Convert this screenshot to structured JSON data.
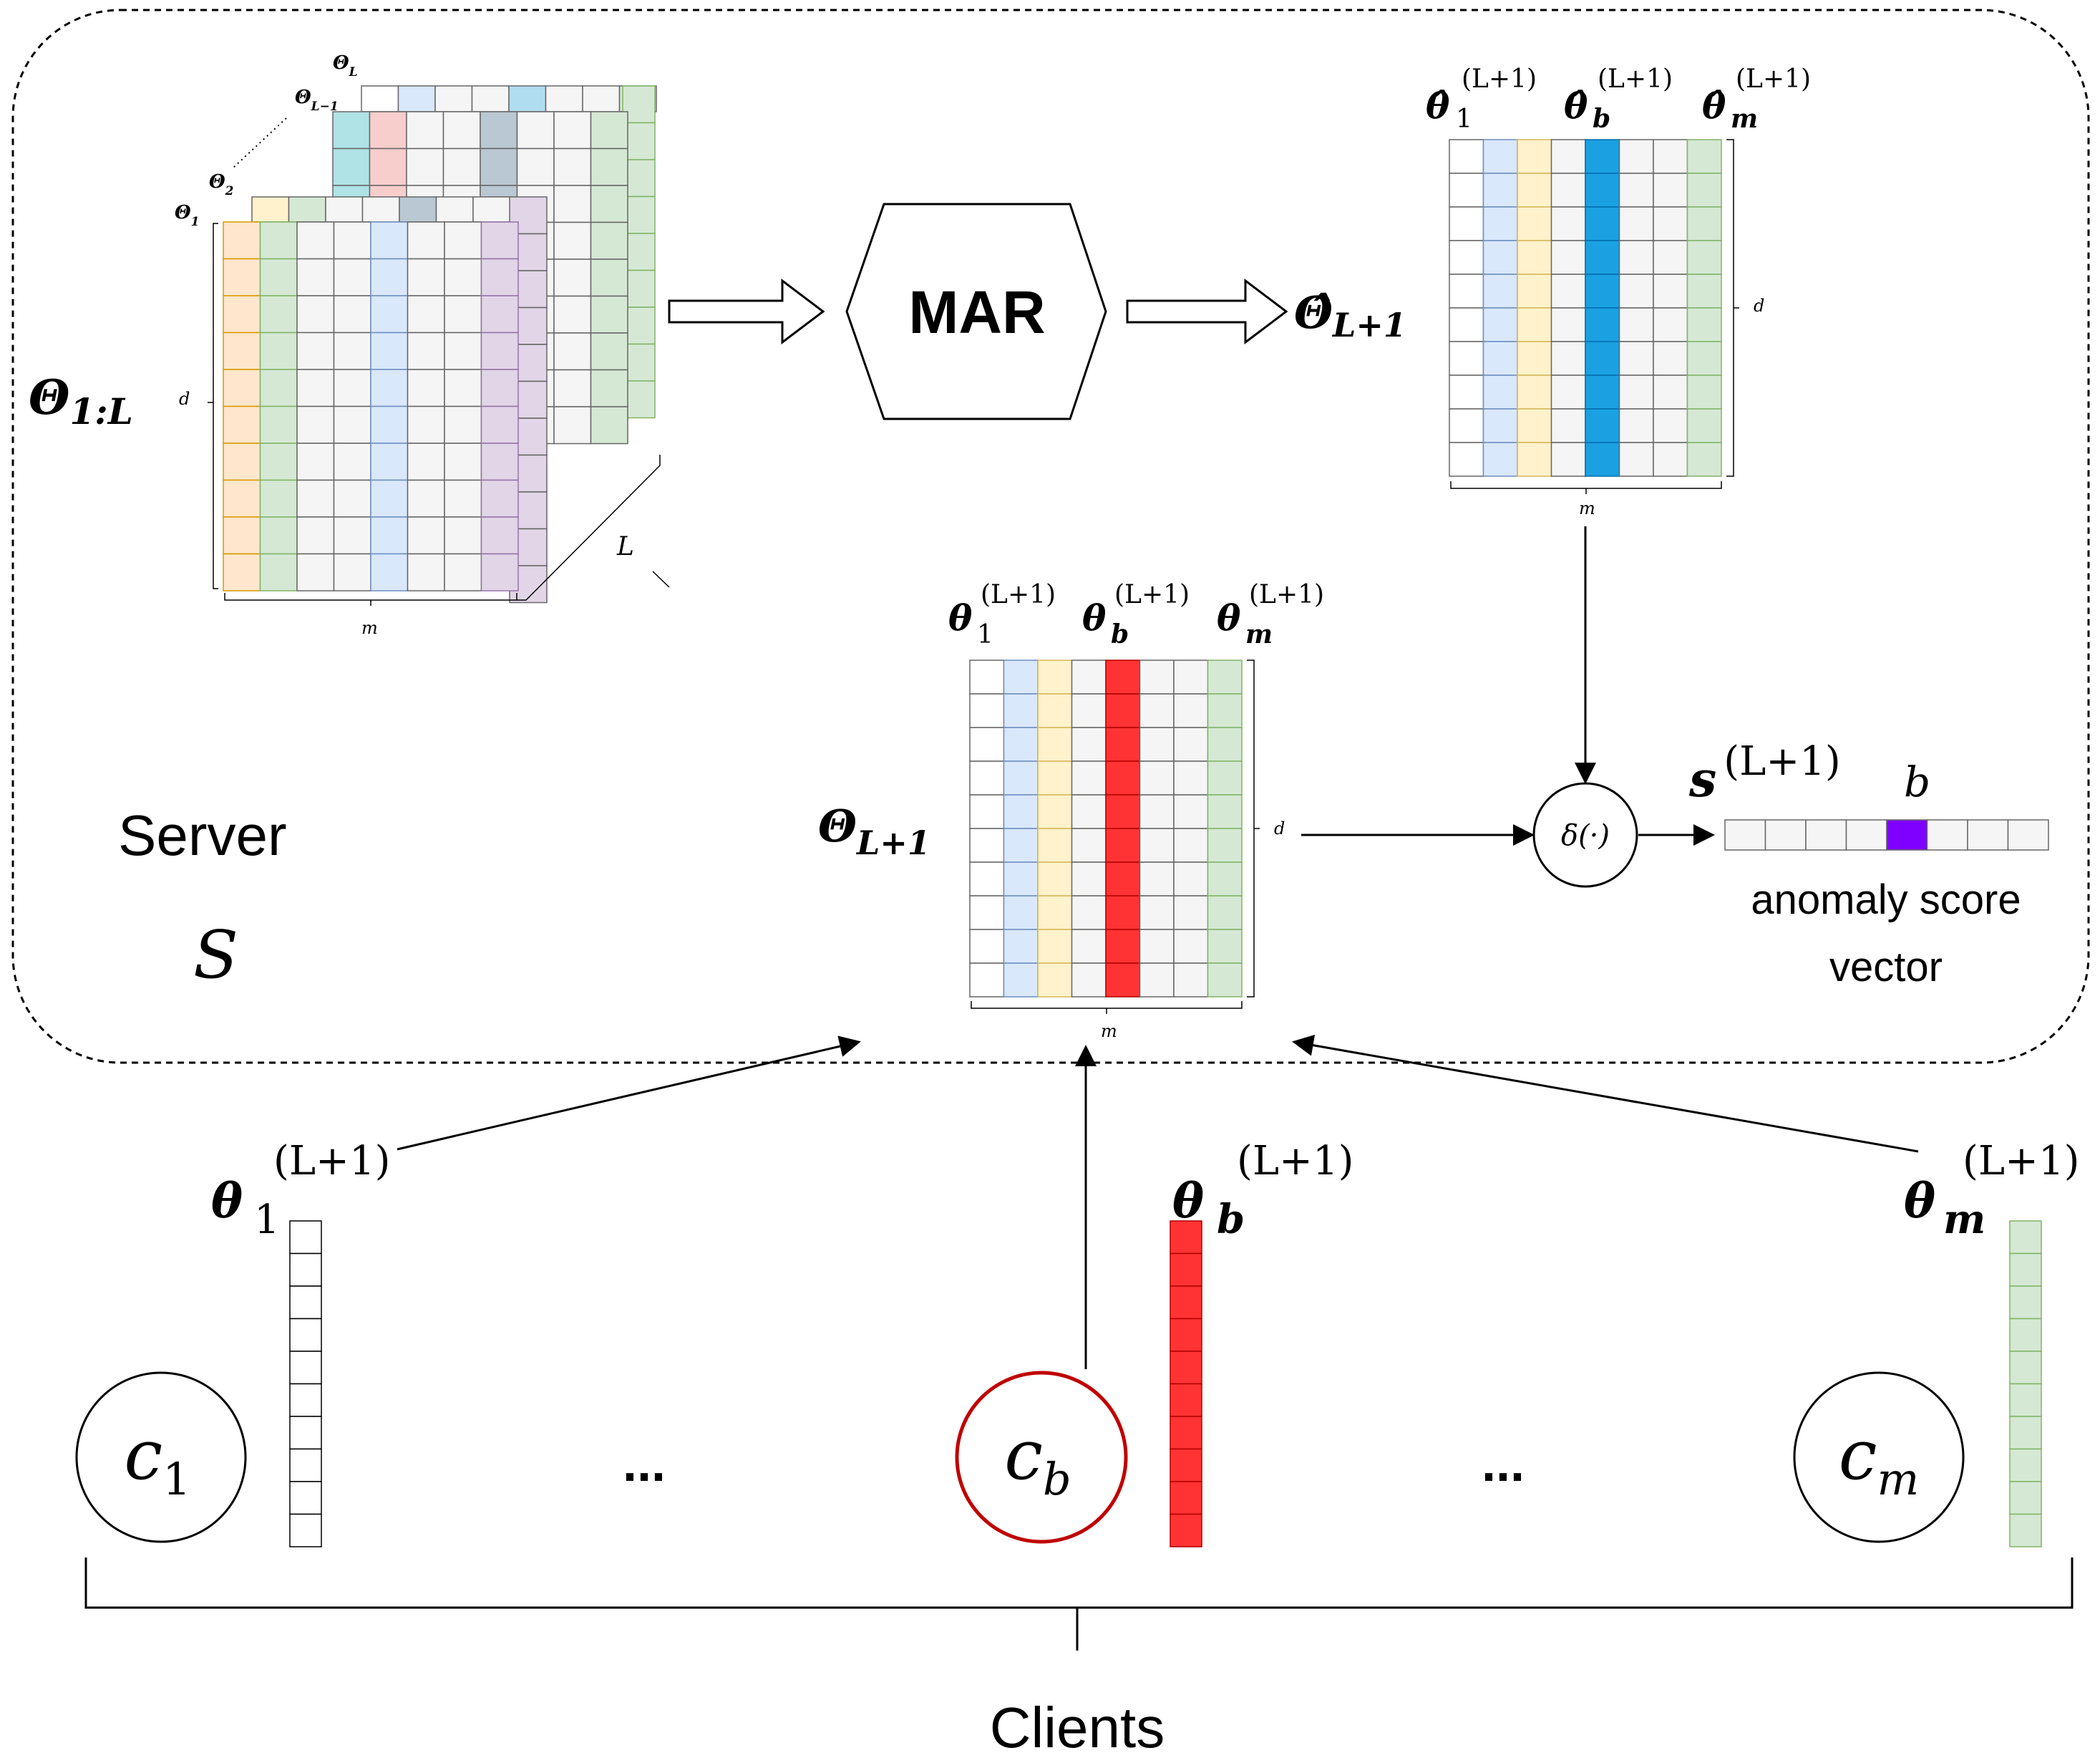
{
  "server": {
    "name": "Server",
    "symbol": "S"
  },
  "clients": {
    "label": "Clients",
    "items": [
      {
        "base": "c",
        "sub": "1",
        "color": "#000000"
      },
      {
        "base": "c",
        "sub": "b",
        "color": "#c00000"
      },
      {
        "base": "c",
        "sub": "m",
        "color": "#000000"
      }
    ],
    "ellipsis": "..."
  },
  "history": {
    "label_base": "Θ",
    "label_sub": "1:L",
    "layer_labels": [
      {
        "base": "Θ",
        "sub": "L"
      },
      {
        "base": "Θ",
        "sub": "L−1"
      },
      {
        "base": "Θ",
        "sub": "2"
      },
      {
        "base": "Θ",
        "sub": "1"
      }
    ],
    "dim_d": "d",
    "dim_m": "m",
    "dim_L": "L"
  },
  "model": {
    "label": "MAR"
  },
  "prediction": {
    "label_base": "Θ̂",
    "label_sub": "L+1",
    "column_labels": [
      {
        "base": "θ̂",
        "sup": "(L+1)",
        "sub": "1"
      },
      {
        "base": "θ̂",
        "sup": "(L+1)",
        "sub": "b"
      },
      {
        "base": "θ̂",
        "sup": "(L+1)",
        "sub": "m"
      }
    ],
    "dim_d": "d",
    "dim_m": "m"
  },
  "current": {
    "label_base": "Θ",
    "label_sub": "L+1",
    "column_labels": [
      {
        "base": "θ",
        "sup": "(L+1)",
        "sub": "1"
      },
      {
        "base": "θ",
        "sup": "(L+1)",
        "sub": "b"
      },
      {
        "base": "θ",
        "sup": "(L+1)",
        "sub": "m"
      }
    ],
    "dim_d": "d",
    "dim_m": "m"
  },
  "uploads": [
    {
      "base": "θ",
      "sup": "(L+1)",
      "sub": "1"
    },
    {
      "base": "θ",
      "sup": "(L+1)",
      "sub": "b"
    },
    {
      "base": "θ",
      "sup": "(L+1)",
      "sub": "m"
    }
  ],
  "distance": {
    "label": "δ(·)"
  },
  "score": {
    "label_base": "s",
    "label_sup": "(L+1)",
    "index_label": "b",
    "caption_line1": "anomaly score",
    "caption_line2": "vector",
    "highlight_index": 4,
    "length": 8
  },
  "colors": {
    "blue": "#dae8fc",
    "yellow": "#fff2cc",
    "green": "#d5e8d4",
    "orange": "#ffe6cc",
    "purple": "#e1d5e7",
    "red": "#ff3333",
    "bright_blue": "#1ba1e2",
    "violet": "#7f00ff",
    "cyan": "#b0e3e6",
    "pink": "#f8cecc",
    "slate": "#bac8d3",
    "cell": "#f5f5f5",
    "grid": "#666666"
  }
}
